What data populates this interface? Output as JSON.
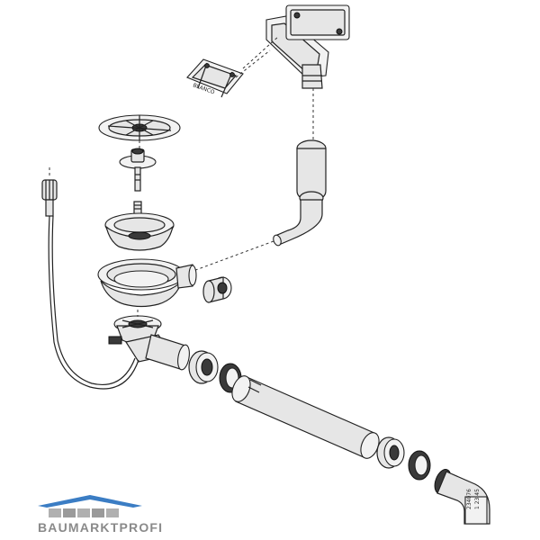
{
  "labels": {
    "bracket_stamp": "BLANCO",
    "elbow_code_1": "234076",
    "elbow_code_2": "1 23 45"
  },
  "brand": {
    "name": "BAUMARKTPROFI",
    "color_roof": "#3b7dc4",
    "color_text": "#8a8a8a"
  }
}
